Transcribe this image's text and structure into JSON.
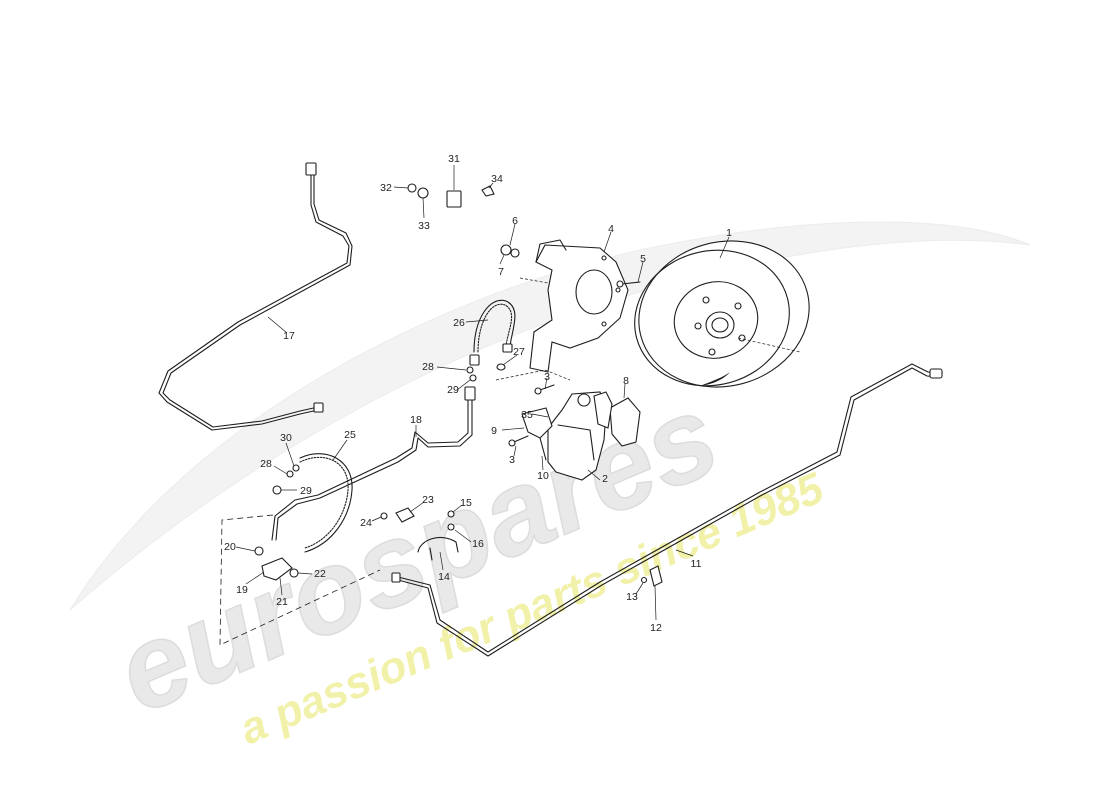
{
  "watermark": {
    "brand": "eurospares",
    "tagline": "a passion for parts since 1985",
    "brand_color": "#e8e8e8",
    "tagline_color": "#eeee9a"
  },
  "callouts": [
    {
      "id": "c1",
      "text": "1"
    },
    {
      "id": "c2",
      "text": "2"
    },
    {
      "id": "c3a",
      "text": "3"
    },
    {
      "id": "c3b",
      "text": "3"
    },
    {
      "id": "c4",
      "text": "4"
    },
    {
      "id": "c5",
      "text": "5"
    },
    {
      "id": "c6",
      "text": "6"
    },
    {
      "id": "c7",
      "text": "7"
    },
    {
      "id": "c8",
      "text": "8"
    },
    {
      "id": "c9",
      "text": "9"
    },
    {
      "id": "c10",
      "text": "10"
    },
    {
      "id": "c11",
      "text": "11"
    },
    {
      "id": "c12",
      "text": "12"
    },
    {
      "id": "c13",
      "text": "13"
    },
    {
      "id": "c14",
      "text": "14"
    },
    {
      "id": "c15",
      "text": "15"
    },
    {
      "id": "c16",
      "text": "16"
    },
    {
      "id": "c17",
      "text": "17"
    },
    {
      "id": "c18",
      "text": "18"
    },
    {
      "id": "c19",
      "text": "19"
    },
    {
      "id": "c20",
      "text": "20"
    },
    {
      "id": "c21",
      "text": "21"
    },
    {
      "id": "c22",
      "text": "22"
    },
    {
      "id": "c23",
      "text": "23"
    },
    {
      "id": "c24",
      "text": "24"
    },
    {
      "id": "c25",
      "text": "25"
    },
    {
      "id": "c26",
      "text": "26"
    },
    {
      "id": "c27",
      "text": "27"
    },
    {
      "id": "c28a",
      "text": "28"
    },
    {
      "id": "c28b",
      "text": "28"
    },
    {
      "id": "c29a",
      "text": "29"
    },
    {
      "id": "c29b",
      "text": "29"
    },
    {
      "id": "c30",
      "text": "30"
    },
    {
      "id": "c31",
      "text": "31"
    },
    {
      "id": "c32",
      "text": "32"
    },
    {
      "id": "c33",
      "text": "33"
    },
    {
      "id": "c34",
      "text": "34"
    },
    {
      "id": "c35",
      "text": "35"
    }
  ]
}
